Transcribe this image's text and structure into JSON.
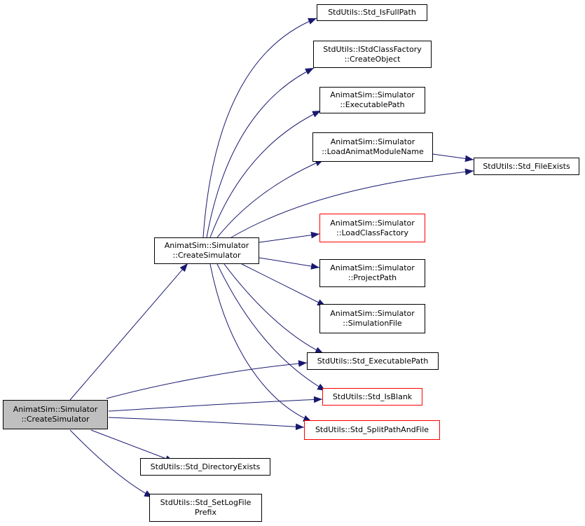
{
  "colors": {
    "edge": "#191970",
    "border": "#000000",
    "border_red": "#ff0000",
    "current_fill": "#bfbfbf"
  },
  "nodes": {
    "root": {
      "line1": "AnimatSim::Simulator",
      "line2": "::CreateSimulator"
    },
    "inner": {
      "line1": "AnimatSim::Simulator",
      "line2": "::CreateSimulator"
    },
    "isfullpath": {
      "line1": "StdUtils::Std_IsFullPath"
    },
    "createobject": {
      "line1": "StdUtils::IStdClassFactory",
      "line2": "::CreateObject"
    },
    "execpath": {
      "line1": "AnimatSim::Simulator",
      "line2": "::ExecutablePath"
    },
    "loadmodule": {
      "line1": "AnimatSim::Simulator",
      "line2": "::LoadAnimatModuleName"
    },
    "fileexists": {
      "line1": "StdUtils::Std_FileExists"
    },
    "loadfactory": {
      "line1": "AnimatSim::Simulator",
      "line2": "::LoadClassFactory"
    },
    "projectpath": {
      "line1": "AnimatSim::Simulator",
      "line2": "::ProjectPath"
    },
    "simfile": {
      "line1": "AnimatSim::Simulator",
      "line2": "::SimulationFile"
    },
    "stdexec": {
      "line1": "StdUtils::Std_ExecutablePath"
    },
    "isblank": {
      "line1": "StdUtils::Std_IsBlank"
    },
    "splitpath": {
      "line1": "StdUtils::Std_SplitPathAndFile"
    },
    "direxists": {
      "line1": "StdUtils::Std_DirectoryExists"
    },
    "setlog": {
      "line1": "StdUtils::Std_SetLogFile",
      "line2": "Prefix"
    }
  }
}
